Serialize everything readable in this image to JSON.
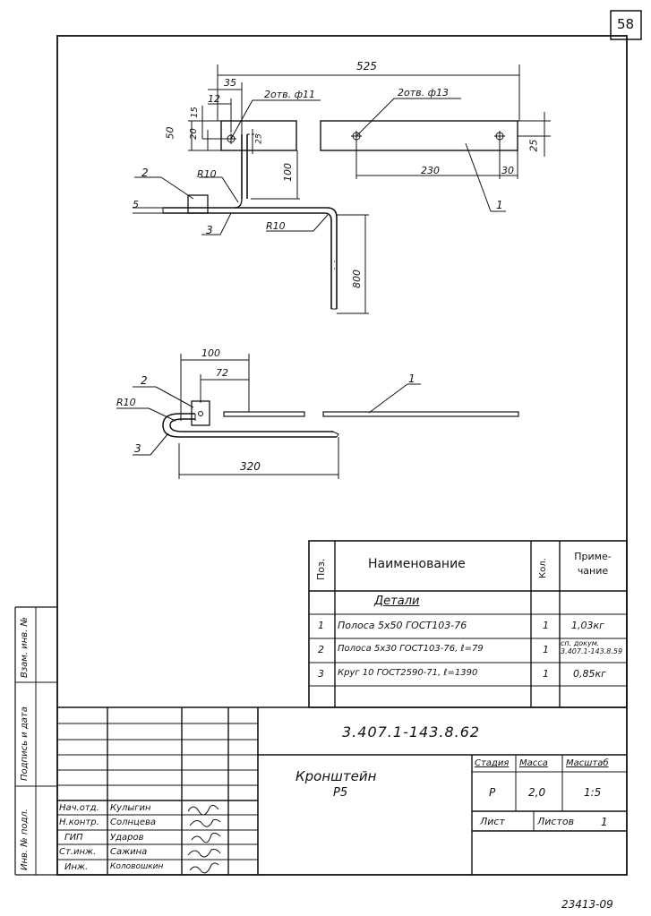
{
  "sheet": {
    "number": "58",
    "footer_code": "23413-09"
  },
  "drawing": {
    "top_view": {
      "dim_overall": "525",
      "dim_35": "35",
      "dim_12": "12",
      "dim_15": "15",
      "dim_50": "50",
      "dim_20": "20",
      "dim_25_small": "25",
      "dim_100": "100",
      "dim_230": "230",
      "dim_30": "30",
      "dim_25": "25",
      "dim_5": "5",
      "dim_800": "800",
      "hole_left": "2отв. ф11",
      "hole_right": "2отв. ф13",
      "radius_1": "R10",
      "radius_2": "R10",
      "pos_1": "1",
      "pos_2": "2",
      "pos_3": "3"
    },
    "bottom_view": {
      "dim_100": "100",
      "dim_72": "72",
      "dim_320": "320",
      "radius": "R10",
      "pos_1": "1",
      "pos_2": "2",
      "pos_3": "3"
    }
  },
  "spec": {
    "headers": {
      "pos": "Поз.",
      "name": "Наименование",
      "qty": "Кол.",
      "note": "Приме-чание"
    },
    "section": "Детали",
    "rows": [
      {
        "pos": "1",
        "name": "Полоса 5х50 ГОСТ103-76",
        "qty": "1",
        "note": "1,03кг"
      },
      {
        "pos": "2",
        "name": "Полоса 5х30 ГОСТ103-76, ℓ=79",
        "qty": "1",
        "note": "сп. докум. 3.407.1-143.8.59"
      },
      {
        "pos": "3",
        "name": "Круг 10 ГОСТ2590-71, ℓ=1390",
        "qty": "1",
        "note": "0,85кг"
      }
    ]
  },
  "titleblock": {
    "doc_number": "3.407.1-143.8.62",
    "title_line1": "Кронштейн",
    "title_line2": "Р5",
    "labels": {
      "stage": "Стадия",
      "mass": "Масса",
      "scale": "Масштаб",
      "sheet": "Лист",
      "sheets": "Листов"
    },
    "values": {
      "stage": "Р",
      "mass": "2,0",
      "scale": "1:5",
      "sheets": "1"
    },
    "people": [
      {
        "role": "Нач.отд.",
        "name": "Кулыгин"
      },
      {
        "role": "Н.контр.",
        "name": "Солнцева"
      },
      {
        "role": "ГИП",
        "name": "Удаpов"
      },
      {
        "role": "Ст.инж.",
        "name": "Сажина"
      },
      {
        "role": "Инж.",
        "name": "Коловошкин"
      }
    ],
    "side_labels": {
      "inv_orig": "Инв. № подл.",
      "sign_date": "Подпись и дата",
      "inv_instead": "Взам. инв. №"
    }
  }
}
